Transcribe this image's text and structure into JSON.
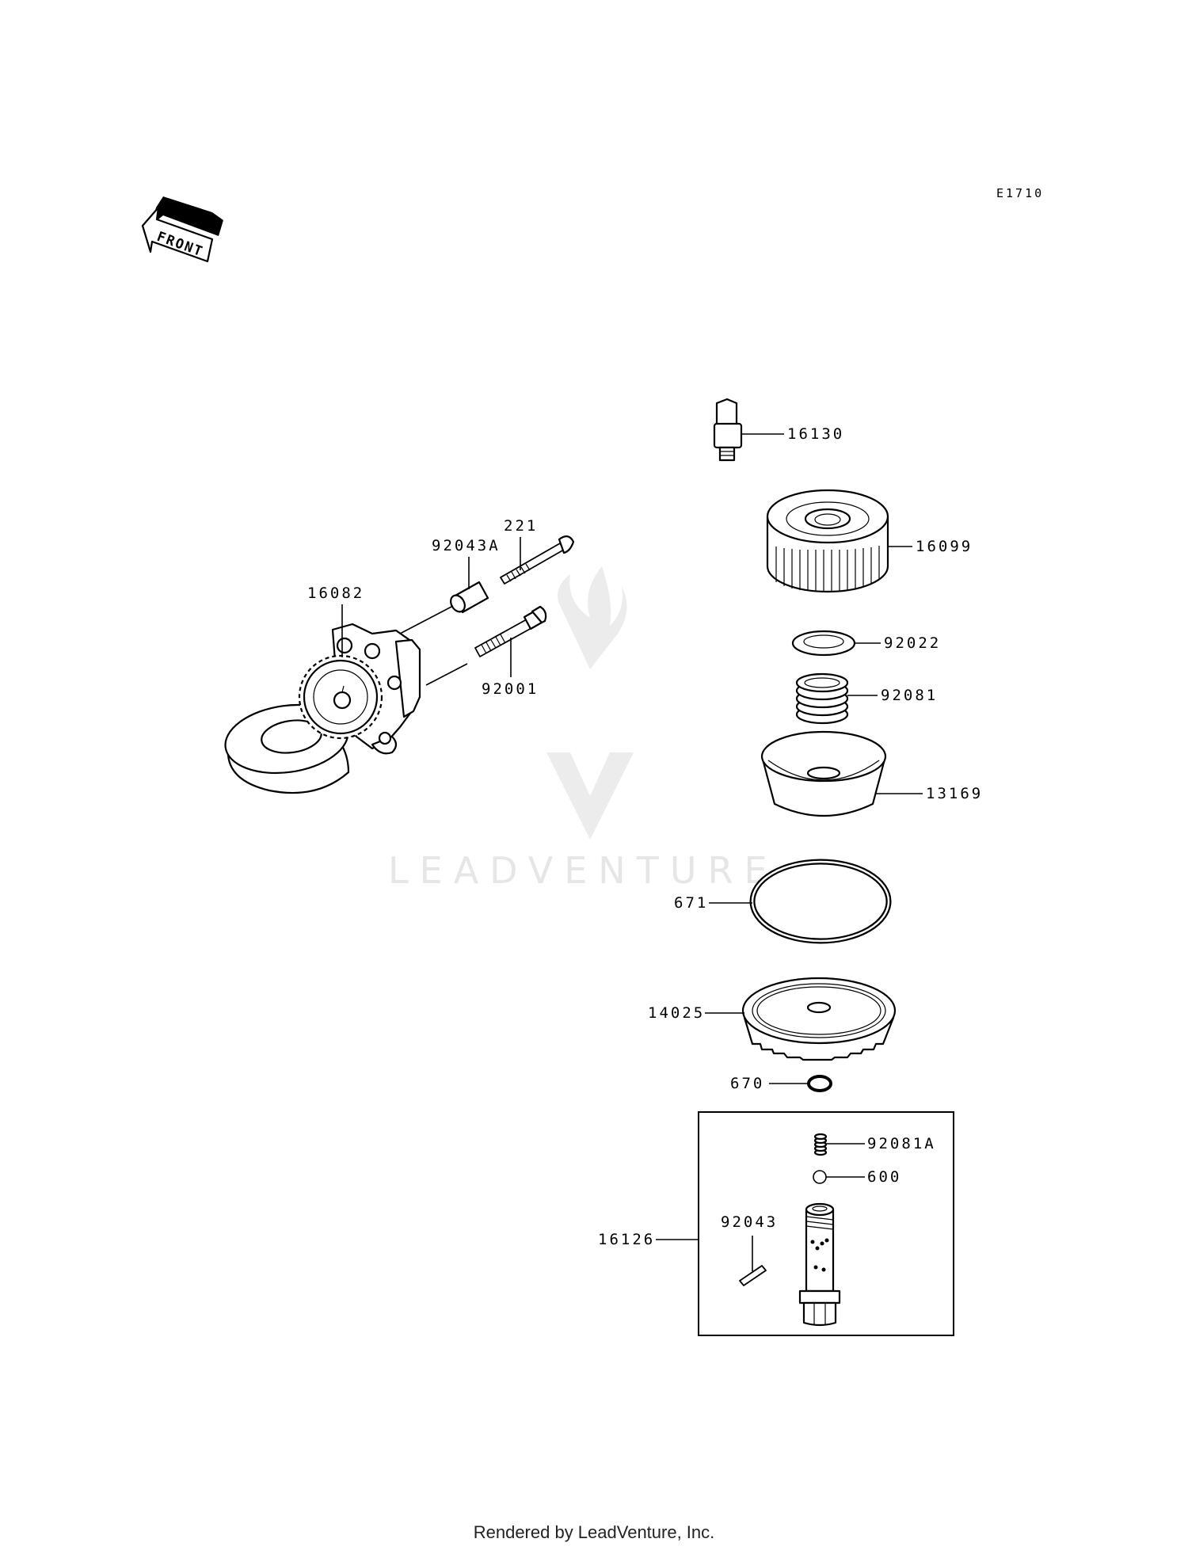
{
  "diagram_code": "E1710",
  "front_label": "FRONT",
  "watermark": "LEADVENTURE",
  "footer": "Rendered by LeadVenture, Inc.",
  "parts": {
    "p16130": "16130",
    "p16099": "16099",
    "p92022": "92022",
    "p92081": "92081",
    "p13169": "13169",
    "p671": "671",
    "p14025": "14025",
    "p670": "670",
    "p92081A": "92081A",
    "p600": "600",
    "p16126": "16126",
    "p92043": "92043",
    "p221": "221",
    "p92043A": "92043A",
    "p16082": "16082",
    "p92001": "92001"
  }
}
